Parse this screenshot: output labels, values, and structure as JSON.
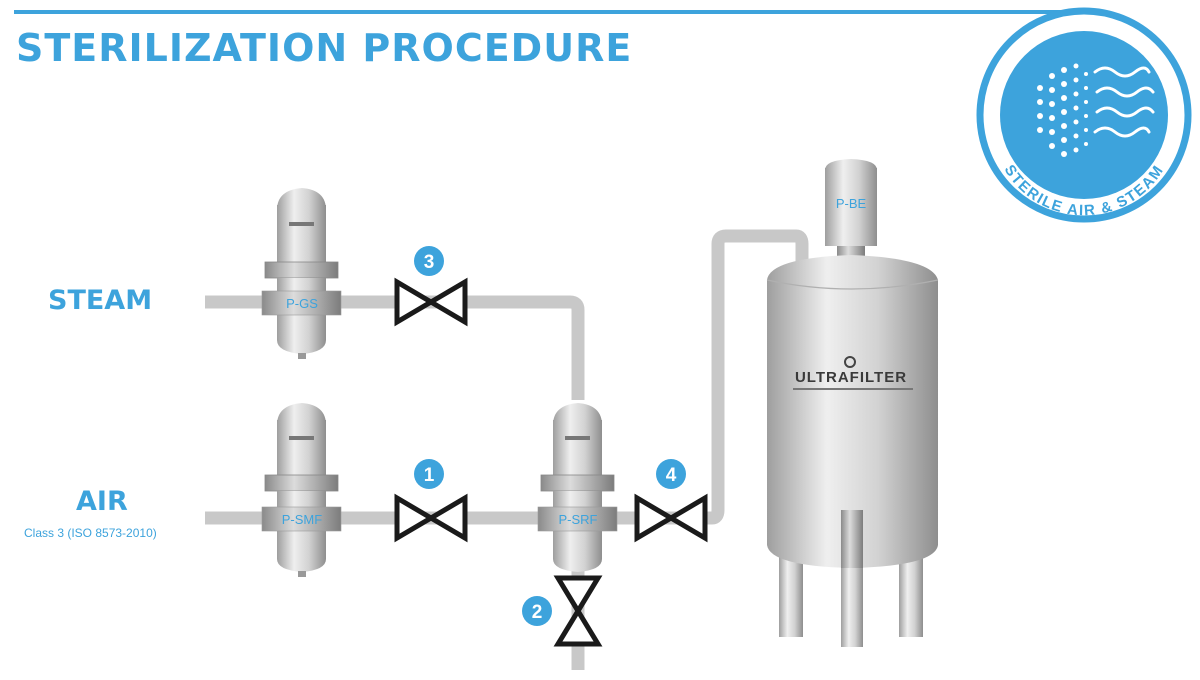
{
  "header": {
    "title": "STERILIZATION PROCEDURE"
  },
  "badge": {
    "text": "STERILE AIR & STEAM"
  },
  "inputs": {
    "steam": "STEAM",
    "air": "AIR",
    "air_class": "Class 3 (ISO 8573-2010)"
  },
  "filters": {
    "p_gs": "P-GS",
    "p_smf": "P-SMF",
    "p_srf": "P-SRF",
    "p_be": "P-BE"
  },
  "valves": {
    "v1": "1",
    "v2": "2",
    "v3": "3",
    "v4": "4"
  },
  "vessel": {
    "brand": "ULTRAFILTER"
  },
  "colors": {
    "accent": "#3da3dc",
    "pipe": "#c8c8c8",
    "steel": "#d4d4d4",
    "valve": "#1a1a1a"
  }
}
